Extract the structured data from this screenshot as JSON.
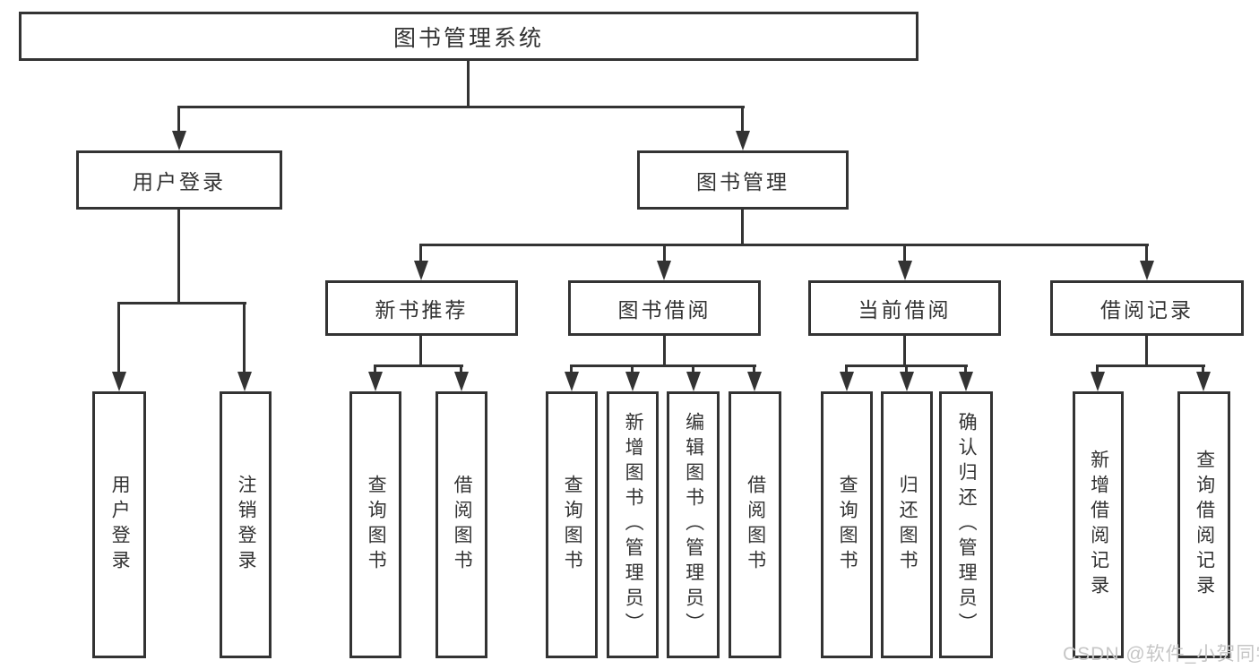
{
  "diagram": {
    "title": "图书管理系统",
    "nodes": {
      "root": "图书管理系统",
      "user_login": "用户登录",
      "book_mgmt": "图书管理",
      "new_book_rec": "新书推荐",
      "book_borrow": "图书借阅",
      "current_borrow": "当前借阅",
      "borrow_records": "借阅记录",
      "leaf_user_login": "用户登录",
      "leaf_logout": "注销登录",
      "leaf_nbr_query": "查询图书",
      "leaf_nbr_borrow": "借阅图书",
      "leaf_bb_query": "查询图书",
      "leaf_bb_add": "新增图书（管理员）",
      "leaf_bb_edit": "编辑图书（管理员）",
      "leaf_bb_borrow": "借阅图书",
      "leaf_cb_query": "查询图书",
      "leaf_cb_return": "归还图书",
      "leaf_cb_confirm": "确认归还（管理员）",
      "leaf_br_add": "新增借阅记录",
      "leaf_br_query": "查询借阅记录"
    },
    "hierarchy": {
      "图书管理系统": {
        "用户登录": [
          "用户登录",
          "注销登录"
        ],
        "图书管理": {
          "新书推荐": [
            "查询图书",
            "借阅图书"
          ],
          "图书借阅": [
            "查询图书",
            "新增图书（管理员）",
            "编辑图书（管理员）",
            "借阅图书"
          ],
          "当前借阅": [
            "查询图书",
            "归还图书",
            "确认归还（管理员）"
          ],
          "借阅记录": [
            "新增借阅记录",
            "查询借阅记录"
          ]
        }
      }
    },
    "watermark": "CSDN @软件_小贺同学",
    "colors": {
      "line": "#333333",
      "text": "#333333",
      "background": "#ffffff",
      "watermark": "#c6c6c6"
    }
  }
}
